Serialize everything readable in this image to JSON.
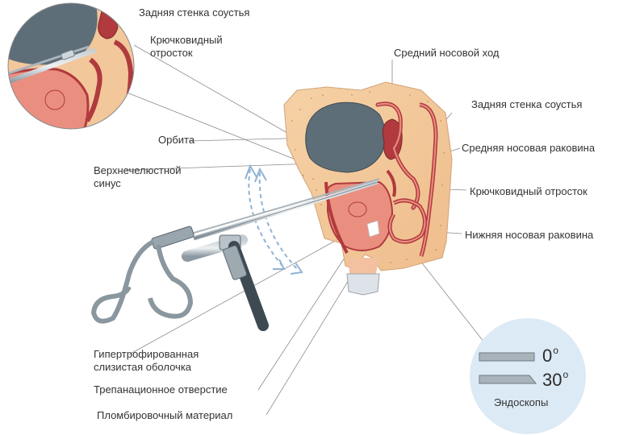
{
  "labels": {
    "posterior_wall_top": "Задняя стенка соустья",
    "uncinate_top_line1": "Крючковидный",
    "uncinate_top_line2": "отросток",
    "middle_meatus": "Средний носовой ход",
    "posterior_wall_right": "Задняя стенка соустья",
    "orbit": "Орбита",
    "middle_turbinate": "Средняя носовая раковина",
    "maxillary_line1": "Верхнечелюстной",
    "maxillary_line2": "синус",
    "uncinate_right": "Крючковидный отросток",
    "inferior_turbinate": "Нижняя носовая раковина",
    "hypertrophied_line1": "Гипертрофированная",
    "hypertrophied_line2": "слизистая оболочка",
    "trepanation": "Трепанационное отверстие",
    "filling": "Пломбировочный материал"
  },
  "endoscopes": {
    "angle_0": "0",
    "angle_30": "30",
    "degree_sign": "o",
    "title": "Эндоскопы"
  },
  "colors": {
    "bone": "#f2c79a",
    "mucosa": "#ea8f80",
    "mucosa_dark": "#b03a3e",
    "orbit": "#5d6e78",
    "instrument": "#8e9aa3",
    "endoscope_bg": "#dceaf5"
  }
}
